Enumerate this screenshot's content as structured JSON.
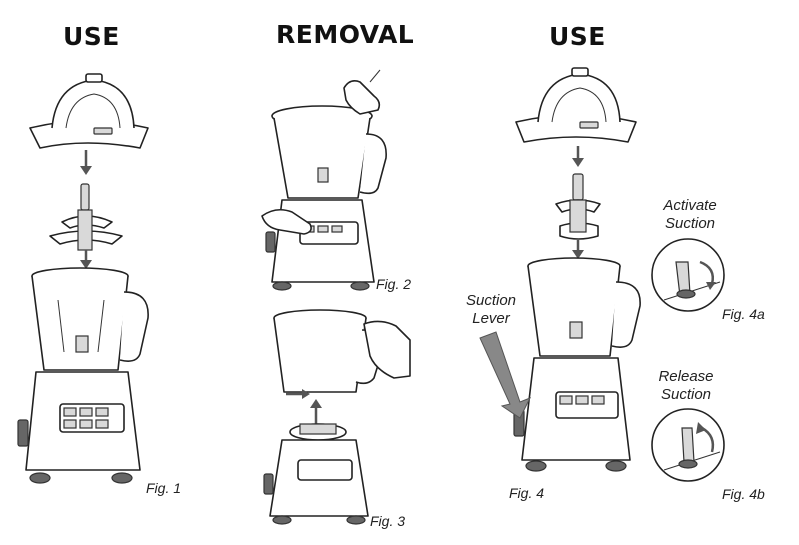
{
  "headings": {
    "left": "USE",
    "middle": "REMOVAL",
    "right": "USE"
  },
  "figures": {
    "fig1": "Fig. 1",
    "fig2": "Fig. 2",
    "fig3": "Fig. 3",
    "fig4": "Fig. 4",
    "fig4a": "Fig. 4a",
    "fig4b": "Fig. 4b"
  },
  "callouts": {
    "suction_lever_line1": "Suction",
    "suction_lever_line2": "Lever",
    "activate_line1": "Activate",
    "activate_line2": "Suction",
    "release_line1": "Release",
    "release_line2": "Suction"
  },
  "icons": [
    "lid-icon",
    "blade-assembly-icon",
    "pitcher-icon",
    "motor-base-icon",
    "hand-icon",
    "suction-lever-arrow-icon"
  ]
}
